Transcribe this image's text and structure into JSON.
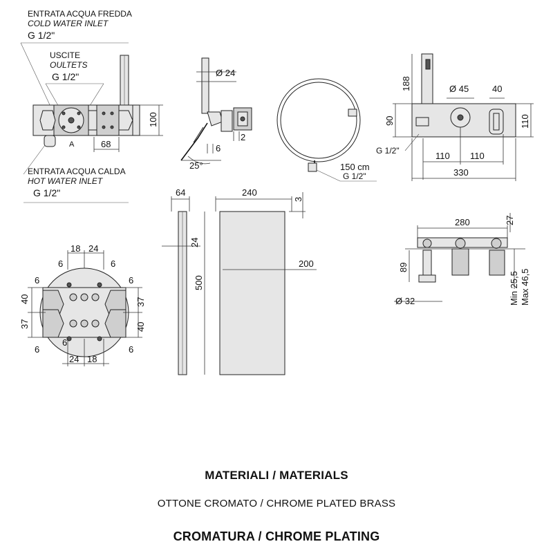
{
  "inlet_cold": {
    "it": "ENTRATA ACQUA FREDDA",
    "en": "COLD WATER INLET",
    "size": "G 1/2\""
  },
  "outlets": {
    "it": "USCITE",
    "en": "OULTETS",
    "size": "G 1/2\""
  },
  "inlet_hot": {
    "it": "ENTRATA ACQUA CALDA",
    "en": "HOT WATER INLET",
    "size": "G 1/2\""
  },
  "front_view": {
    "dim_height": "100",
    "dim_width": "68"
  },
  "side_view": {
    "dim_diameter": "Ø 24",
    "dim_offset": "2",
    "dim_gap": "6",
    "dim_angle": "25°"
  },
  "hose": {
    "length": "150 cm",
    "thread": "G 1/2\""
  },
  "top_view": {
    "dim_height_left": "188",
    "dim_diam": "Ø 45",
    "dim_40": "40",
    "dim_90": "90",
    "dim_110_right": "110",
    "dim_thread": "G 1/2\"",
    "dim_110_a": "110",
    "dim_110_b": "110",
    "dim_330": "330"
  },
  "plate": {
    "dim_64": "64",
    "dim_240": "240",
    "dim_3": "3",
    "dim_24": "24",
    "dim_500": "500",
    "dim_200": "200"
  },
  "body_view": {
    "dim_280": "280",
    "dim_27": "27",
    "dim_89": "89",
    "dim_diam": "Ø 32",
    "dim_min": "Min 25,5",
    "dim_max": "Max 46,5"
  },
  "hole_view": {
    "dim_18_top": "18",
    "dim_24_top": "24",
    "dim_6_tl": "6",
    "dim_6_tr": "6",
    "dim_6_ml": "6",
    "dim_6_mr": "6",
    "dim_40_l": "40",
    "dim_37_l": "37",
    "dim_37_r": "37",
    "dim_40_r": "40",
    "dim_6_bl": "6",
    "dim_6_br": "6",
    "dim_6_bm": "6",
    "dim_24_bot": "24",
    "dim_18_bot": "18"
  },
  "footer": {
    "materials_title": "MATERIALI / MATERIALS",
    "materials_value": "OTTONE CROMATO  / CHROME PLATED BRASS",
    "plating_title": "CROMATURA / CHROME PLATING"
  }
}
